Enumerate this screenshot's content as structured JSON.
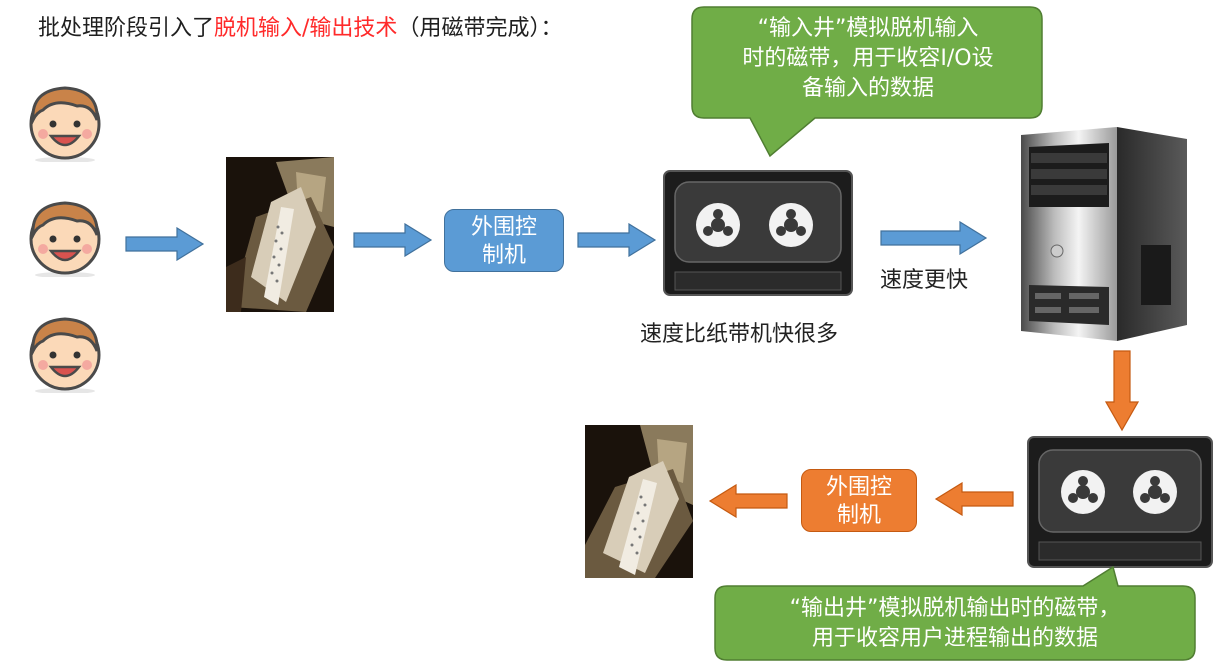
{
  "title": {
    "prefix": "批处理阶段引入了",
    "highlight": "脱机输入/输出技术",
    "suffix": "（用磁带完成）："
  },
  "callout_top": {
    "line1": "“输入井”模拟脱机输入",
    "line2": "时的磁带，用于收容I/O设",
    "line3": "备输入的数据"
  },
  "peripheral_top": {
    "line1": "外围控",
    "line2": "制机"
  },
  "peripheral_bottom": {
    "line1": "外围控",
    "line2": "制机"
  },
  "label_tape_speed": "速度比纸带机快很多",
  "label_faster": "速度更快",
  "callout_bottom": {
    "line1": "“输出井”模拟脱机输出时的磁带，",
    "line2": "用于收容用户进程输出的数据"
  },
  "colors": {
    "blue": "#5b9bd5",
    "orange": "#ed7d31",
    "green": "#70ad47",
    "red": "#ff2a2a"
  }
}
